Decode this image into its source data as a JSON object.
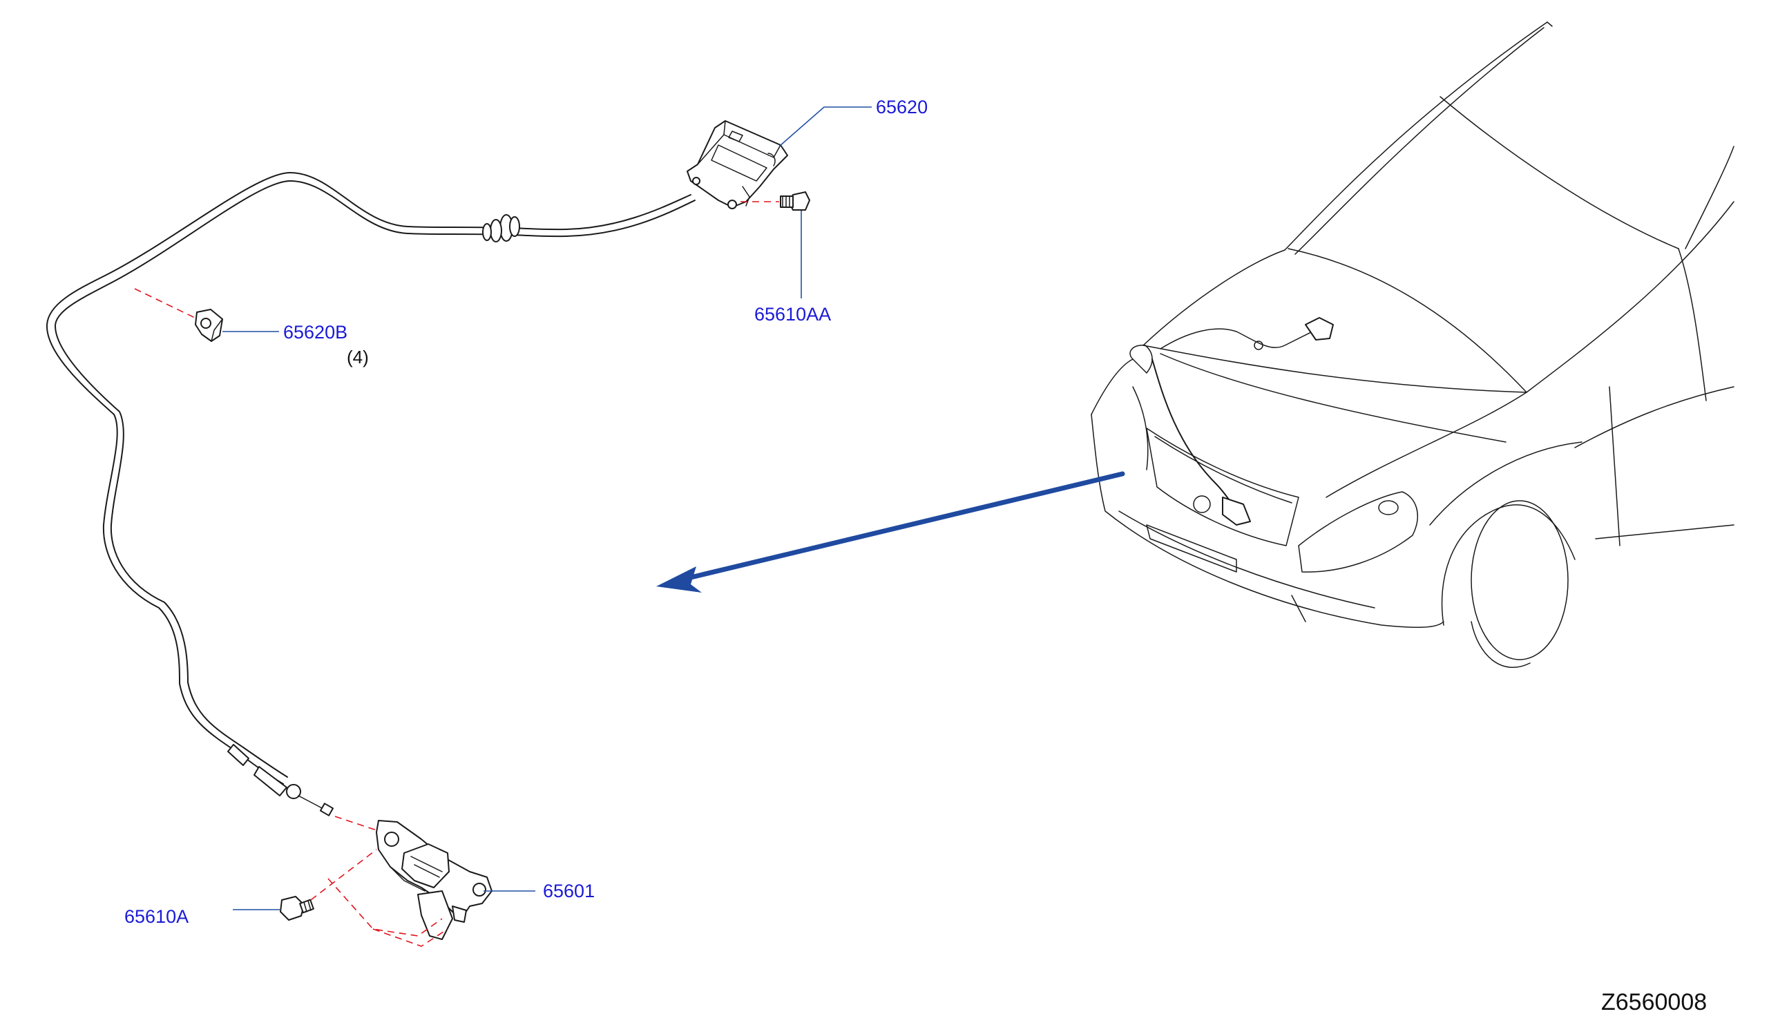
{
  "colors": {
    "part_number": "#1a1ad6",
    "leader_line": "#1f4fa3",
    "assembly_line": "#e0141e",
    "pointer_arrow": "#1f4aa0",
    "drawing": "#1a1a1a"
  },
  "parts": {
    "hood_lock_control_handle": {
      "number": "65620"
    },
    "handle_bolt": {
      "number": "65610AA"
    },
    "cable_clip": {
      "number": "65620B",
      "quantity": "(4)"
    },
    "hood_lock": {
      "number": "65601"
    },
    "hood_lock_bolt": {
      "number": "65610A"
    }
  },
  "diagram_id": "Z6560008"
}
